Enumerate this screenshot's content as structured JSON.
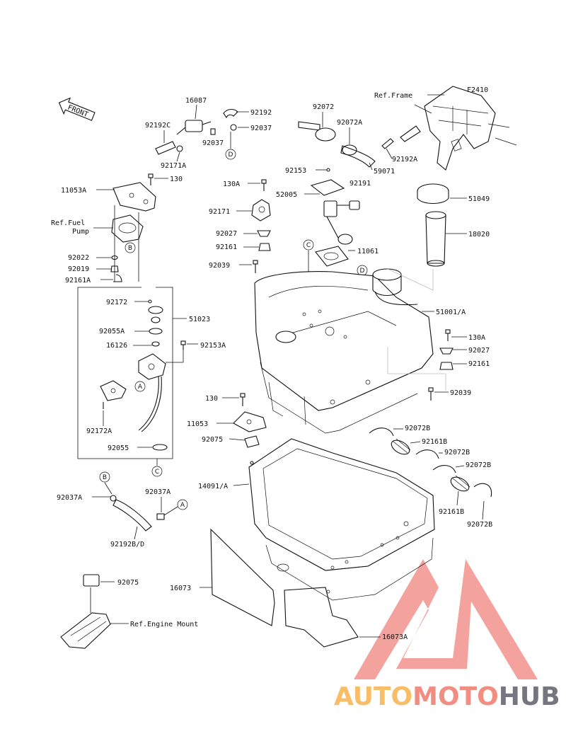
{
  "figure_code": "F2410",
  "front_label": "FRONT",
  "refs": {
    "frame": "Ref.Frame",
    "fuel_pump_line1": "Ref.Fuel",
    "fuel_pump_line2": "Pump",
    "engine_mount": "Ref.Engine Mount"
  },
  "callouts": [
    "A",
    "B",
    "C",
    "D"
  ],
  "parts": {
    "p16087": "16087",
    "p92192": "92192",
    "p92192C": "92192C",
    "p92037_top": "92037",
    "p92037_mid": "92037",
    "p92171A": "92171A",
    "p130_left": "130",
    "p11053A": "11053A",
    "p92022": "92022",
    "p92019": "92019",
    "p92161A": "92161A",
    "p92172": "92172",
    "p51023": "51023",
    "p92055A": "92055A",
    "p16126": "16126",
    "p92153A": "92153A",
    "p92172A": "92172A",
    "p92055": "92055",
    "p92037A_left": "92037A",
    "p92037A_right": "92037A",
    "p92192BD": "92192B/D",
    "p92075_low": "92075",
    "p16073": "16073",
    "p16073A": "16073A",
    "p92072": "92072",
    "p92072A": "92072A",
    "p92153": "92153",
    "p59071": "59071",
    "p92191": "92191",
    "p92192A": "92192A",
    "p130A_top": "130A",
    "p52005": "52005",
    "p51049": "51049",
    "p92171": "92171",
    "p18020": "18020",
    "p92027_left": "92027",
    "p92161_left": "92161",
    "p11061": "11061",
    "p92039_left": "92039",
    "p51001A": "51001/A",
    "p130A_right": "130A",
    "p92027_right": "92027",
    "p92161_right": "92161",
    "p92039_right": "92039",
    "p130_mid": "130",
    "p11053": "11053",
    "p92075_mid": "92075",
    "p92072B_1": "92072B",
    "p92161B_1": "92161B",
    "p92072B_2": "92072B",
    "p92072B_3": "92072B",
    "p14091A": "14091/A",
    "p92161B_2": "92161B",
    "p92072B_4": "92072B"
  },
  "watermark": {
    "part1": "AUTO",
    "part2": "MOTO",
    "part3": "HUB",
    "colors": {
      "auto": "#f7b24c",
      "moto": "#ef7a6d",
      "hub": "#5d5f6a",
      "triangle": "#f2928c"
    }
  }
}
